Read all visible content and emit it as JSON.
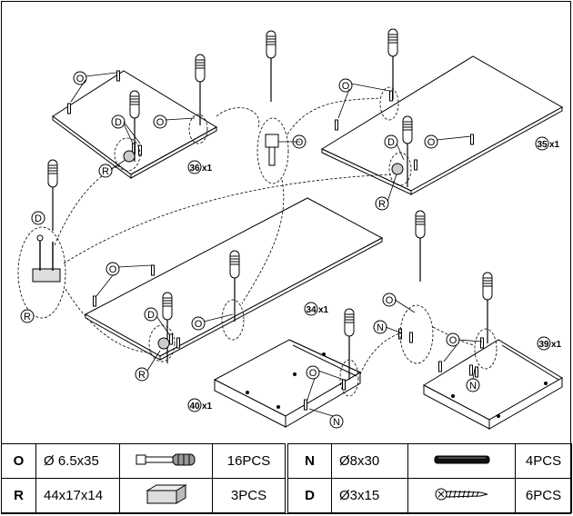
{
  "diagram": {
    "callouts": {
      "O": "O",
      "R": "R",
      "D": "D",
      "N": "N"
    },
    "panels": [
      {
        "number": "36",
        "qty": "x1"
      },
      {
        "number": "35",
        "qty": "x1"
      },
      {
        "number": "34",
        "qty": "x1"
      },
      {
        "number": "40",
        "qty": "x1"
      },
      {
        "number": "39",
        "qty": "x1"
      }
    ]
  },
  "parts": [
    {
      "letter": "O",
      "spec": "Ø 6.5x35",
      "qty": "16PCS",
      "icon": "cam-bolt-icon"
    },
    {
      "letter": "N",
      "spec": "Ø8x30",
      "qty": "4PCS",
      "icon": "wood-dowel-icon"
    },
    {
      "letter": "R",
      "spec": "44x17x14",
      "qty": "3PCS",
      "icon": "connector-block-icon"
    },
    {
      "letter": "D",
      "spec": "Ø3x15",
      "qty": "6PCS",
      "icon": "screw-icon"
    }
  ]
}
